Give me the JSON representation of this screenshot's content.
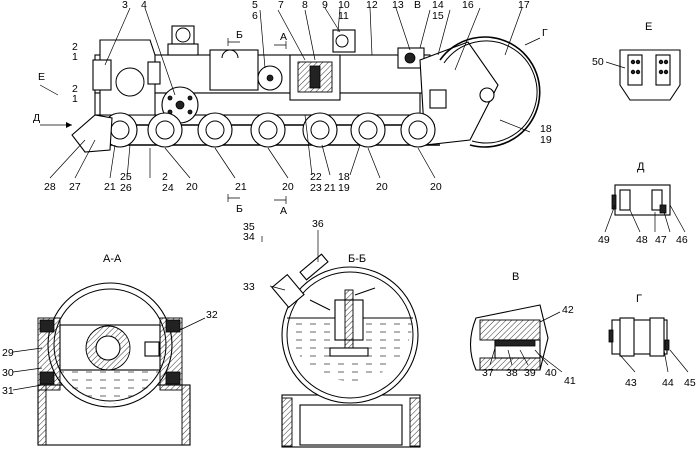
{
  "main_view": {
    "callouts_top": [
      "3",
      "4",
      "5",
      "6",
      "7",
      "8",
      "9",
      "10",
      "11",
      "12",
      "13",
      "В",
      "14",
      "15",
      "16",
      "17",
      "Г"
    ],
    "callouts_bottom": [
      "28",
      "27",
      "21",
      "25",
      "26",
      "2",
      "24",
      "20",
      "21",
      "20",
      "22",
      "23",
      "21",
      "18",
      "19",
      "20",
      "20"
    ],
    "callouts_left": [
      "2",
      "1",
      "Е",
      "2",
      "1",
      "Д"
    ],
    "callouts_right": [
      "18",
      "19"
    ],
    "section_marks": [
      "Б",
      "А",
      "Б",
      "А"
    ]
  },
  "view_E": {
    "title": "Е",
    "callouts": [
      "50"
    ]
  },
  "view_D": {
    "title": "Д",
    "callouts": [
      "49",
      "48",
      "47",
      "46"
    ]
  },
  "section_AA": {
    "title": "А-А",
    "callouts": [
      "29",
      "30",
      "31",
      "32"
    ]
  },
  "section_BB": {
    "title": "Б-Б",
    "callouts": [
      "35",
      "34",
      "36",
      "33"
    ]
  },
  "view_V": {
    "title": "В",
    "callouts": [
      "42",
      "41",
      "37",
      "38",
      "39",
      "40"
    ]
  },
  "view_G": {
    "title": "Г",
    "callouts": [
      "43",
      "44",
      "45"
    ]
  }
}
